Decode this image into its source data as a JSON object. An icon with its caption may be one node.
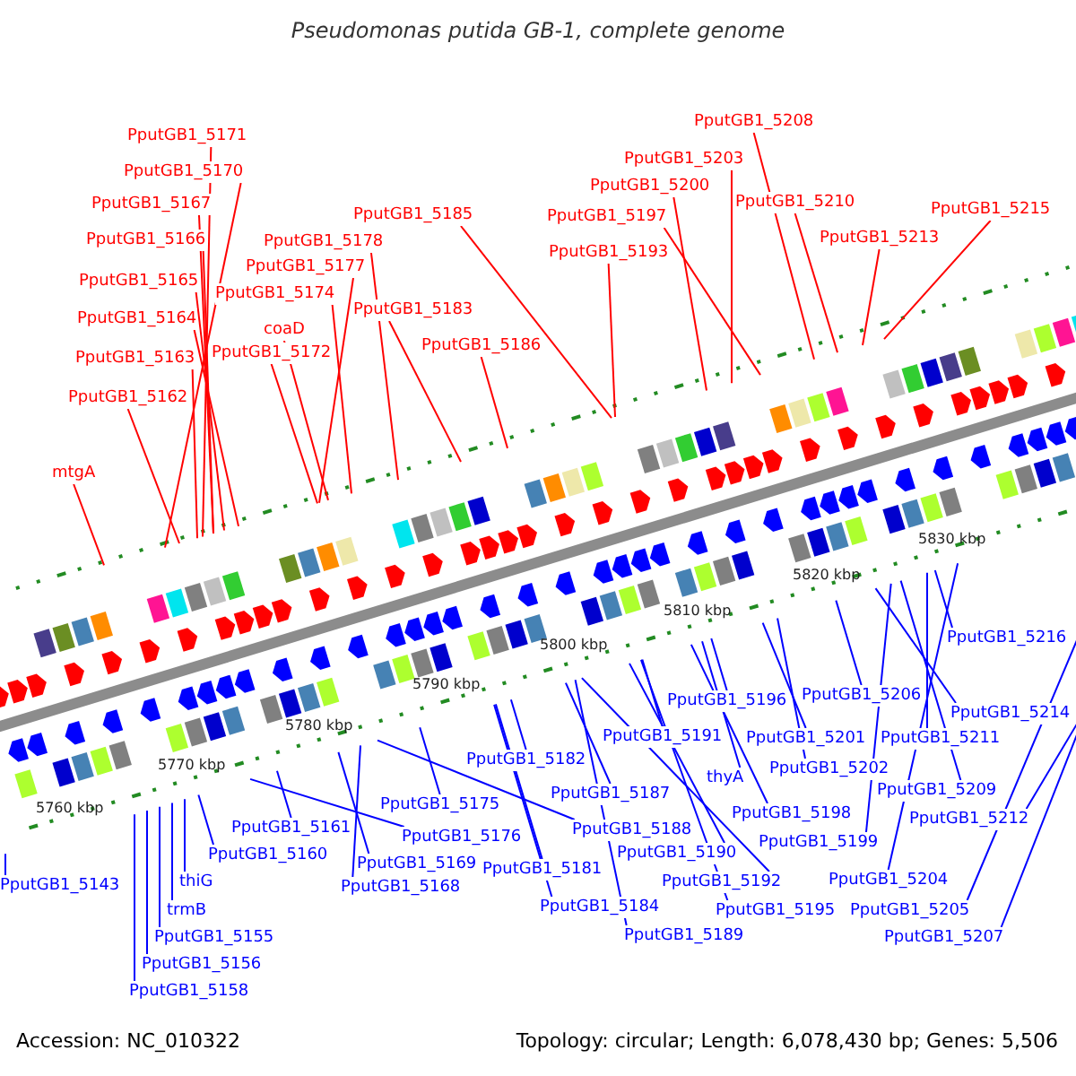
{
  "diagram": {
    "title": "Pseudomonas putida GB-1, complete genome",
    "nodes": [
      {
        "text": [
          "PputGB1_5171"
        ]
      },
      {
        "text": [
          "PputGB1_5170"
        ]
      },
      {
        "text": [
          "PputGB1_5167"
        ]
      },
      {
        "text": [
          "PputGB1_5166"
        ]
      },
      {
        "text": [
          "PputGB1_5165"
        ]
      },
      {
        "text": [
          "PputGB1_5164"
        ]
      },
      {
        "text": [
          "PputGB1_5163"
        ]
      },
      {
        "text": [
          "PputGB1_5162"
        ]
      },
      {
        "text": [
          "mtgA"
        ]
      },
      {
        "text": [
          "PputGB1_5178"
        ]
      },
      {
        "text": [
          "PputGB1_5177"
        ]
      },
      {
        "text": [
          "PputGB1_5174"
        ]
      },
      {
        "text": [
          "coaD"
        ]
      },
      {
        "text": [
          "PputGB1_5172"
        ]
      },
      {
        "text": [
          "PputGB1_5185"
        ]
      },
      {
        "text": [
          "PputGB1_5183"
        ]
      },
      {
        "text": [
          "PputGB1_5186"
        ]
      },
      {
        "text": [
          "PputGB1_5193"
        ]
      },
      {
        "text": [
          "PputGB1_5197"
        ]
      },
      {
        "text": [
          "PputGB1_5200"
        ]
      },
      {
        "text": [
          "PputGB1_5203"
        ]
      },
      {
        "text": [
          "PputGB1_5208"
        ]
      },
      {
        "text": [
          "PputGB1_5210"
        ]
      },
      {
        "text": [
          "PputGB1_5213"
        ]
      },
      {
        "text": [
          "PputGB1_5215"
        ]
      },
      {
        "text": [
          "PputGB1_5216"
        ]
      },
      {
        "text": [
          "PputGB1_5206"
        ]
      },
      {
        "text": [
          "PputGB1_5214"
        ]
      },
      {
        "text": [
          "PputGB1_5196"
        ]
      },
      {
        "text": [
          "PputGB1_5201"
        ]
      },
      {
        "text": [
          "PputGB1_5211"
        ]
      },
      {
        "text": [
          "PputGB1_5191"
        ]
      },
      {
        "text": [
          "PputGB1_5182"
        ]
      },
      {
        "text": [
          "PputGB1_5202"
        ]
      },
      {
        "text": [
          "thyA"
        ]
      },
      {
        "text": [
          "PputGB1_5209"
        ]
      },
      {
        "text": [
          "PputGB1_5187"
        ]
      },
      {
        "text": [
          "PputGB1_5175"
        ]
      },
      {
        "text": [
          "PputGB1_5198"
        ]
      },
      {
        "text": [
          "PputGB1_5212"
        ]
      },
      {
        "text": [
          "PputGB1_5161"
        ]
      },
      {
        "text": [
          "PputGB1_5188"
        ]
      },
      {
        "text": [
          "PputGB1_5176"
        ]
      },
      {
        "text": [
          "PputGB1_5199"
        ]
      },
      {
        "text": [
          "PputGB1_5190"
        ]
      },
      {
        "text": [
          "PputGB1_5160"
        ]
      },
      {
        "text": [
          "PputGB1_5169"
        ]
      },
      {
        "text": [
          "PputGB1_5181"
        ]
      },
      {
        "text": [
          "PputGB1_5204"
        ]
      },
      {
        "text": [
          "PputGB1_5192"
        ]
      },
      {
        "text": [
          "thiG"
        ]
      },
      {
        "text": [
          "PputGB1_5143"
        ]
      },
      {
        "text": [
          "PputGB1_5168"
        ]
      },
      {
        "text": [
          "PputGB1_5184"
        ]
      },
      {
        "text": [
          "PputGB1_5195"
        ]
      },
      {
        "text": [
          "PputGB1_5205"
        ]
      },
      {
        "text": [
          "trmB"
        ]
      },
      {
        "text": [
          "PputGB1_5189"
        ]
      },
      {
        "text": [
          "PputGB1_5155"
        ]
      },
      {
        "text": [
          "PputGB1_5207"
        ]
      },
      {
        "text": [
          "PputGB1_5156"
        ]
      },
      {
        "text": [
          "PputGB1_5158"
        ]
      }
    ],
    "edges": [
      {
        "from": 0,
        "to": null,
        "arrow": "none",
        "color": "#ff0000"
      },
      {
        "from": 1,
        "to": null,
        "arrow": "none",
        "color": "#ff0000"
      },
      {
        "from": 2,
        "to": null,
        "arrow": "none",
        "color": "#ff0000"
      },
      {
        "from": 3,
        "to": null,
        "arrow": "none",
        "color": "#ff0000"
      },
      {
        "from": 4,
        "to": null,
        "arrow": "none",
        "color": "#ff0000"
      },
      {
        "from": 5,
        "to": null,
        "arrow": "none",
        "color": "#ff0000"
      },
      {
        "from": 6,
        "to": null,
        "arrow": "none",
        "color": "#ff0000"
      },
      {
        "from": 7,
        "to": null,
        "arrow": "none",
        "color": "#ff0000"
      },
      {
        "from": 8,
        "to": null,
        "arrow": "none",
        "color": "#ff0000"
      },
      {
        "from": 9,
        "to": null,
        "arrow": "none",
        "color": "#ff0000"
      },
      {
        "from": 10,
        "to": null,
        "arrow": "none",
        "color": "#ff0000"
      },
      {
        "from": 11,
        "to": null,
        "arrow": "none",
        "color": "#ff0000"
      },
      {
        "from": 12,
        "to": null,
        "arrow": "none",
        "color": "#ff0000"
      },
      {
        "from": 13,
        "to": null,
        "arrow": "none",
        "color": "#ff0000"
      },
      {
        "from": 14,
        "to": null,
        "arrow": "none",
        "color": "#ff0000"
      },
      {
        "from": 15,
        "to": null,
        "arrow": "none",
        "color": "#ff0000"
      },
      {
        "from": 16,
        "to": null,
        "arrow": "none",
        "color": "#ff0000"
      },
      {
        "from": 17,
        "to": null,
        "arrow": "none",
        "color": "#ff0000"
      },
      {
        "from": 18,
        "to": null,
        "arrow": "none",
        "color": "#ff0000"
      },
      {
        "from": 19,
        "to": null,
        "arrow": "none",
        "color": "#ff0000"
      },
      {
        "from": 20,
        "to": null,
        "arrow": "none",
        "color": "#ff0000"
      },
      {
        "from": 21,
        "to": null,
        "arrow": "none",
        "color": "#ff0000"
      },
      {
        "from": 22,
        "to": null,
        "arrow": "none",
        "color": "#ff0000"
      },
      {
        "from": 23,
        "to": null,
        "arrow": "none",
        "color": "#ff0000"
      },
      {
        "from": 24,
        "to": null,
        "arrow": "none",
        "color": "#ff0000"
      },
      {
        "from": 25,
        "to": null,
        "arrow": "none"
      },
      {
        "from": 26,
        "to": null,
        "arrow": "none"
      },
      {
        "from": 27,
        "to": null,
        "arrow": "none"
      },
      {
        "from": 28,
        "to": null,
        "arrow": "none"
      },
      {
        "from": 29,
        "to": null,
        "arrow": "none"
      },
      {
        "from": 30,
        "to": null,
        "arrow": "none"
      },
      {
        "from": 31,
        "to": null,
        "arrow": "none"
      },
      {
        "from": 32,
        "to": null,
        "arrow": "none"
      },
      {
        "from": 33,
        "to": null,
        "arrow": "none"
      },
      {
        "from": 34,
        "to": null,
        "arrow": "none"
      },
      {
        "from": 35,
        "to": null,
        "arrow": "none"
      },
      {
        "from": 36,
        "to": null,
        "arrow": "none"
      },
      {
        "from": 37,
        "to": null,
        "arrow": "none"
      },
      {
        "from": 38,
        "to": null,
        "arrow": "none"
      },
      {
        "from": 39,
        "to": null,
        "arrow": "none"
      },
      {
        "from": 40,
        "to": null,
        "arrow": "none"
      },
      {
        "from": 41,
        "to": null,
        "arrow": "none"
      },
      {
        "from": 42,
        "to": null,
        "arrow": "none"
      },
      {
        "from": 43,
        "to": null,
        "arrow": "none"
      },
      {
        "from": 44,
        "to": null,
        "arrow": "none"
      },
      {
        "from": 45,
        "to": null,
        "arrow": "none"
      },
      {
        "from": 46,
        "to": null,
        "arrow": "none"
      },
      {
        "from": 47,
        "to": null,
        "arrow": "none"
      },
      {
        "from": 48,
        "to": null,
        "arrow": "none"
      },
      {
        "from": 49,
        "to": null,
        "arrow": "none"
      },
      {
        "from": 50,
        "to": null,
        "arrow": "none"
      },
      {
        "from": 51,
        "to": null,
        "arrow": "none"
      },
      {
        "from": 52,
        "to": null,
        "arrow": "none"
      },
      {
        "from": 53,
        "to": null,
        "arrow": "none"
      },
      {
        "from": 54,
        "to": null,
        "arrow": "none"
      },
      {
        "from": 55,
        "to": null,
        "arrow": "none"
      },
      {
        "from": 56,
        "to": null,
        "arrow": "none"
      },
      {
        "from": 57,
        "to": null,
        "arrow": "none"
      },
      {
        "from": 58,
        "to": null,
        "arrow": "none"
      },
      {
        "from": 59,
        "to": null,
        "arrow": "none"
      },
      {
        "from": 60,
        "to": null,
        "arrow": "none"
      },
      {
        "from": 61,
        "to": null,
        "arrow": "none"
      }
    ],
    "labels": [
      "5830 kbp",
      "5820 kbp",
      "5810 kbp",
      "5800 kbp",
      "5790 kbp",
      "5780 kbp",
      "5770 kbp",
      "5760 kbp",
      "Accession: NC_010322",
      "Topology: circular; Length: 6,078,430 bp; Genes: 5,506"
    ]
  }
}
